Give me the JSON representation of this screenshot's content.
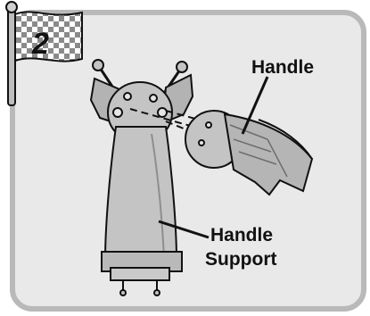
{
  "step": {
    "number": "2"
  },
  "labels": {
    "handle": "Handle",
    "handle_support_line1": "Handle",
    "handle_support_line2": "Support"
  },
  "colors": {
    "panel_fill": "#e9e9e9",
    "panel_border": "#b9b9b9",
    "part_fill": "#c4c4c4",
    "part_shade": "#a9a9a9",
    "ink": "#111111"
  },
  "icons": {
    "flag": "checkered-flag-icon"
  }
}
